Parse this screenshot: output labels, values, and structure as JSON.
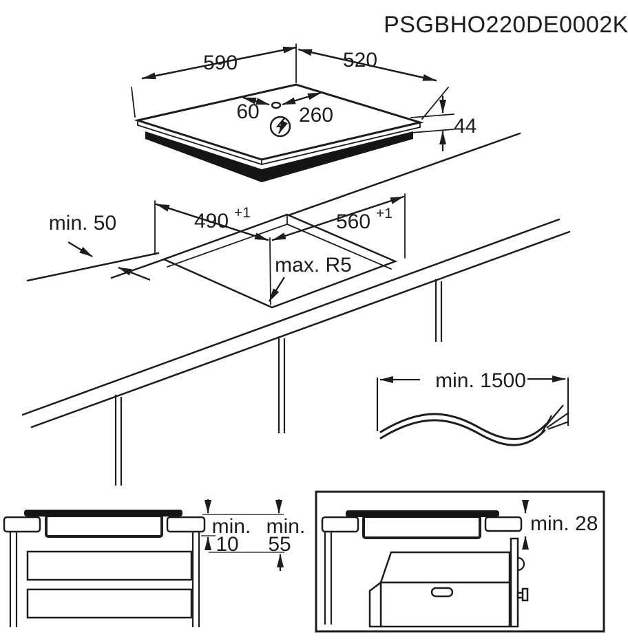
{
  "product_code": "PSGBHO220DE0002K",
  "hob_view": {
    "width": "590",
    "depth": "520",
    "height": "44",
    "cable_offset_left": "60",
    "cable_offset_right": "260"
  },
  "cutout_view": {
    "edge_clearance": "min. 50",
    "cutout_depth": "490",
    "cutout_depth_tolerance": "+1",
    "cutout_width": "560",
    "cutout_width_tolerance": "+1",
    "corner_radius": "max. R5"
  },
  "cable_view": {
    "cable_length": "min. 1500"
  },
  "drawer_view": {
    "hob_clearance_prefix": "min.",
    "hob_clearance_value": "10",
    "drawer_clearance_prefix": "min.",
    "drawer_clearance_value": "55"
  },
  "oven_view": {
    "oven_clearance": "min. 28"
  },
  "icons": {
    "power_connection": "lightning-arrow-in-circle"
  },
  "colors": {
    "line": "#1d1d1d",
    "hob_body": "#151515",
    "background": "#ffffff"
  }
}
